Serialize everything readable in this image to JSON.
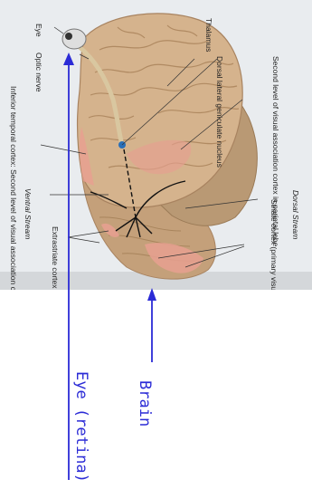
{
  "labels": {
    "eye": "Eye",
    "optic_nerve": "Optic nerve",
    "dorsal_lateral_geniculate": "Dorsal lateral geniculate nucleus",
    "thalamus": "Thalamus",
    "second_level_parietal": "Second level of visual association cortex in parietal lobe",
    "dorsal_stream": "Dorsal Stream",
    "striate_cortex": "Striate cortex (primary visual cortex)",
    "extrastriate_cortex": "Extrastriate cortex",
    "ventral_stream": "Ventral Stream",
    "inferior_temporal": "Inferior temporal cortex: Second level of visual association cortex"
  },
  "annotations": {
    "brain": "Brain",
    "eye_retina": "Eye (retina)"
  },
  "colors": {
    "page": "#ffffff",
    "background_panel": "#e9ecef",
    "brain": "#d5b38d",
    "cerebellum": "#c4a07a",
    "highlight": "#e7a090",
    "handwriting": "#2b2bd6",
    "label_text": "#222222"
  }
}
